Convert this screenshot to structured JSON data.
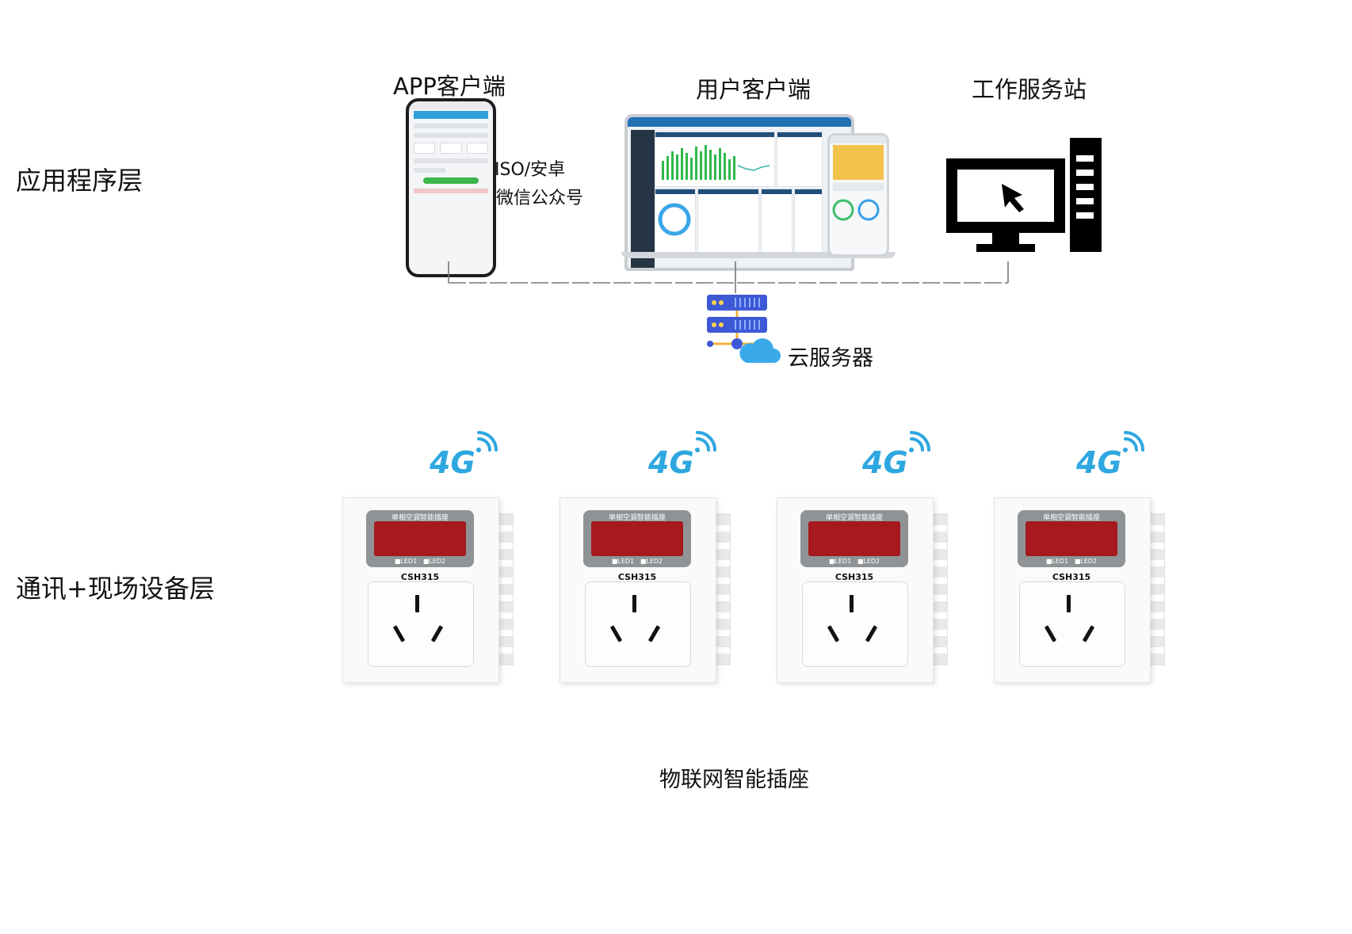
{
  "layers": {
    "application": "应用程序层",
    "field": "通讯+现场设备层"
  },
  "clients": {
    "app": "APP客户端",
    "app_platforms": "ISO/安卓",
    "app_wechat": "微信公众号",
    "user": "用户客户端",
    "workstation": "工作服务站"
  },
  "server": {
    "label": "云服务器"
  },
  "devices": {
    "signal": "4G",
    "display_title": "单相空调智能插座",
    "led1": "■LED1",
    "led2": "■LED2",
    "model": "CSH315",
    "caption": "物联网智能插座"
  },
  "colors": {
    "signal_blue": "#2ea7e0",
    "server_blue": "#3e59d6",
    "cloud_blue": "#3aa9ea",
    "display_red": "#a5191f"
  },
  "icons": [
    "phone-icon",
    "laptop-icon",
    "tablet-icon",
    "desktop-computer-icon",
    "server-stack-icon",
    "cloud-icon",
    "signal-4g-icon",
    "smart-socket-icon"
  ]
}
